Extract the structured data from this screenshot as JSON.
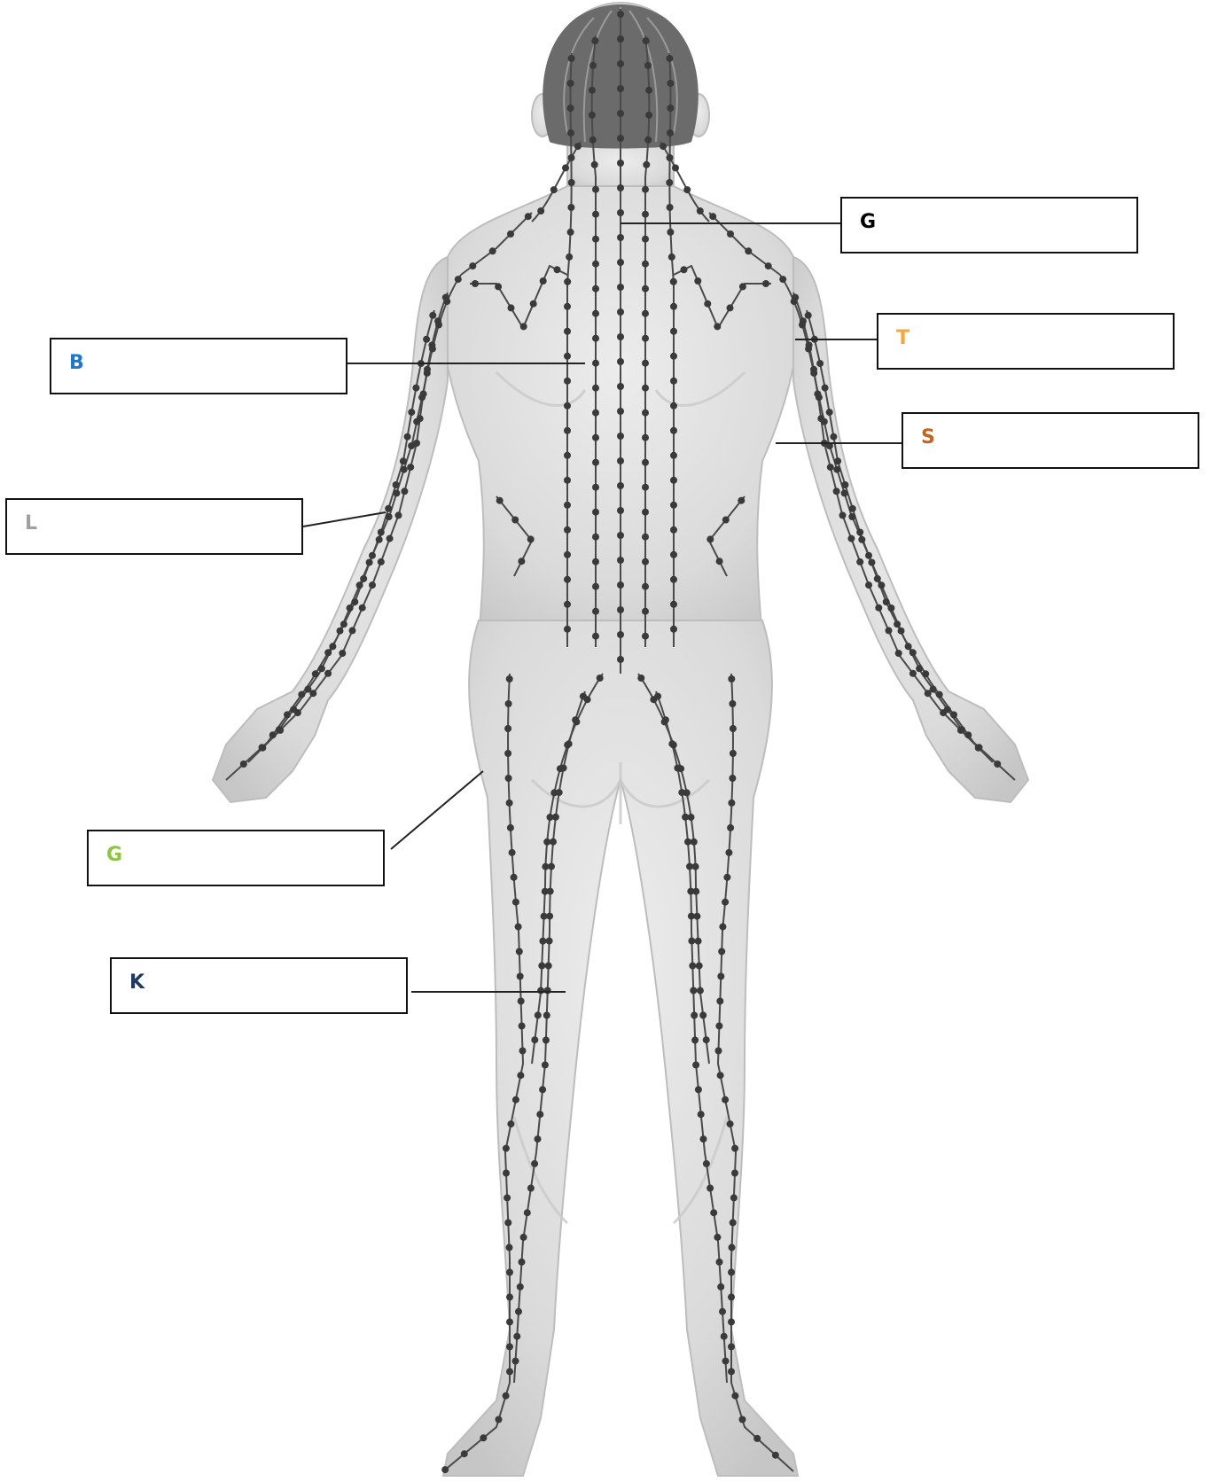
{
  "labels": [
    {
      "id": "g-top",
      "letter": "G",
      "color": "#000000"
    },
    {
      "id": "t-right",
      "letter": "T",
      "color": "#F7A541"
    },
    {
      "id": "s-right",
      "letter": "S",
      "color": "#C5641A"
    },
    {
      "id": "b-left",
      "letter": "B",
      "color": "#1F77C9"
    },
    {
      "id": "l-left",
      "letter": "L",
      "color": "#A0A0A0"
    },
    {
      "id": "g-left",
      "letter": "G",
      "color": "#8CC63F"
    },
    {
      "id": "k-left",
      "letter": "K",
      "color": "#1F3864"
    }
  ],
  "colors": {
    "body_fill": "#e1e1e1",
    "body_shade": "#c4c4c4",
    "hair": "#6b6b6b",
    "meridian_line": "#4a4a4a",
    "acupoint": "#3a3a3a",
    "leader_line": "#222222"
  }
}
